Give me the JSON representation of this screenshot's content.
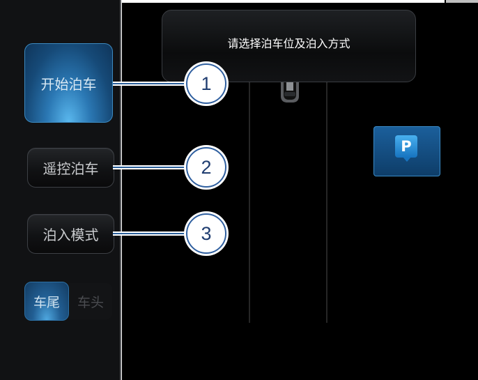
{
  "sidebar": {
    "start_parking_label": "开始泊车",
    "remote_parking_label": "遥控泊车",
    "parking_mode_label": "泊入模式",
    "direction_toggle": {
      "rear_label": "车尾",
      "front_label": "车头",
      "selected": "车尾"
    }
  },
  "main": {
    "prompt": "请选择泊车位及泊入方式",
    "parking_badge": {
      "letter": "P",
      "icon": "parking-sign-icon"
    },
    "car_icon": "car-top-view-icon"
  },
  "callouts": [
    "1",
    "2",
    "3"
  ],
  "colors": {
    "accent_blue": "#2b78b4",
    "callout_border": "#2f5f9f",
    "background": "#000000"
  }
}
